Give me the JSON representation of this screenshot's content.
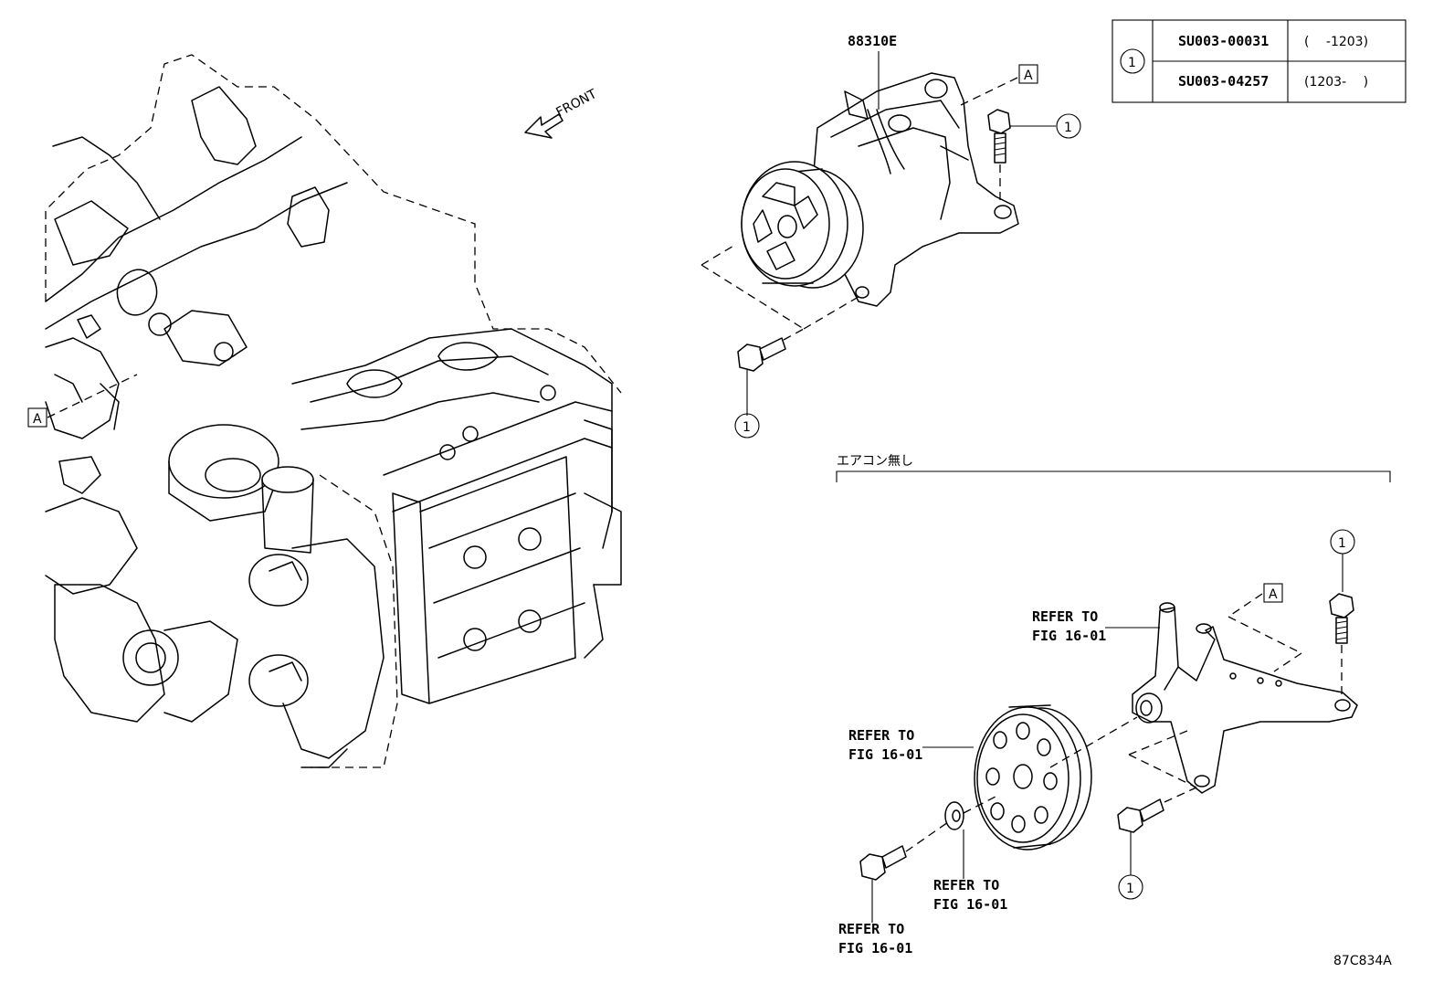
{
  "part_number": "88310E",
  "front_label": "FRONT",
  "section_title": "エアコン無し",
  "figure_code": "87C834A",
  "ref_marker": "A",
  "callout_number": "1",
  "refer_line1": "REFER TO",
  "refer_line2": "FIG 16-01",
  "table": {
    "callout": "1",
    "rows": [
      {
        "part": "SU003-00031",
        "range": "(　 -1203)"
      },
      {
        "part": "SU003-04257",
        "range": "(1203- 　)"
      }
    ]
  }
}
